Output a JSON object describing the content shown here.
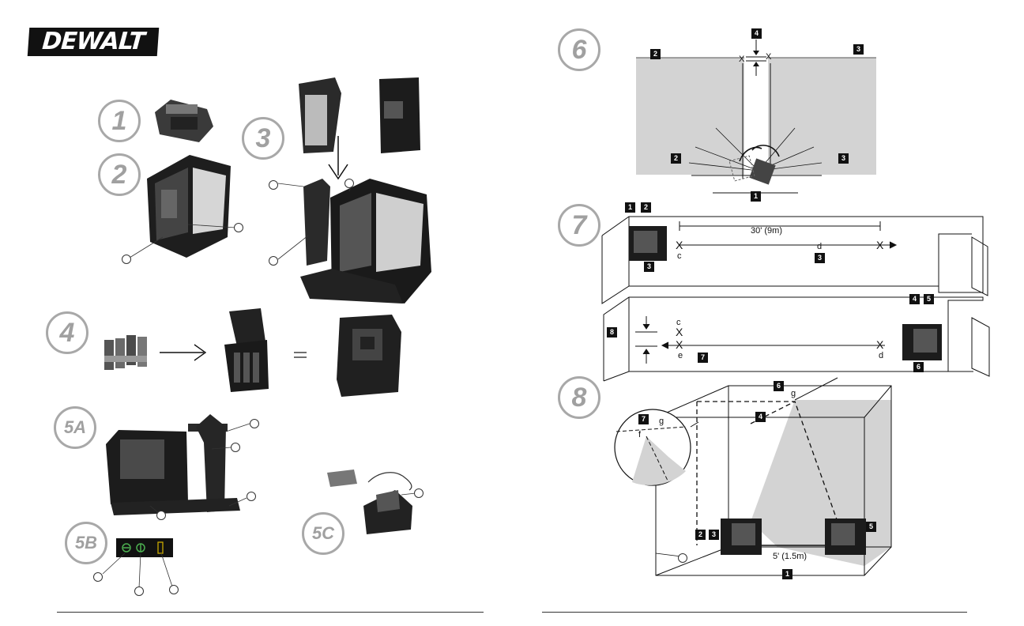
{
  "brand": {
    "logo": "DEWALT"
  },
  "steps": {
    "s1": "1",
    "s2": "2",
    "s3": "3",
    "s4": "4",
    "s5a": "5A",
    "s5b": "5B",
    "s5c": "5C",
    "s6": "6",
    "s7": "7",
    "s8": "8"
  },
  "fig4": {
    "equals": "="
  },
  "fig6": {
    "markers": [
      "4",
      "2",
      "3",
      "2",
      "3",
      "1"
    ],
    "x_marks": [
      "X",
      "X"
    ]
  },
  "fig7": {
    "markers_top": [
      "1",
      "2",
      "3",
      "3",
      "4",
      "5"
    ],
    "markers_bottom": [
      "8",
      "7",
      "6"
    ],
    "distance": "30' (9m)",
    "x_mark": "X",
    "c": "c",
    "d": "d",
    "e": "e"
  },
  "fig8": {
    "markers": [
      "6",
      "4",
      "7",
      "2",
      "3",
      "5",
      "1"
    ],
    "distance": "5' (1.5m)",
    "g": "g",
    "f": "f"
  }
}
